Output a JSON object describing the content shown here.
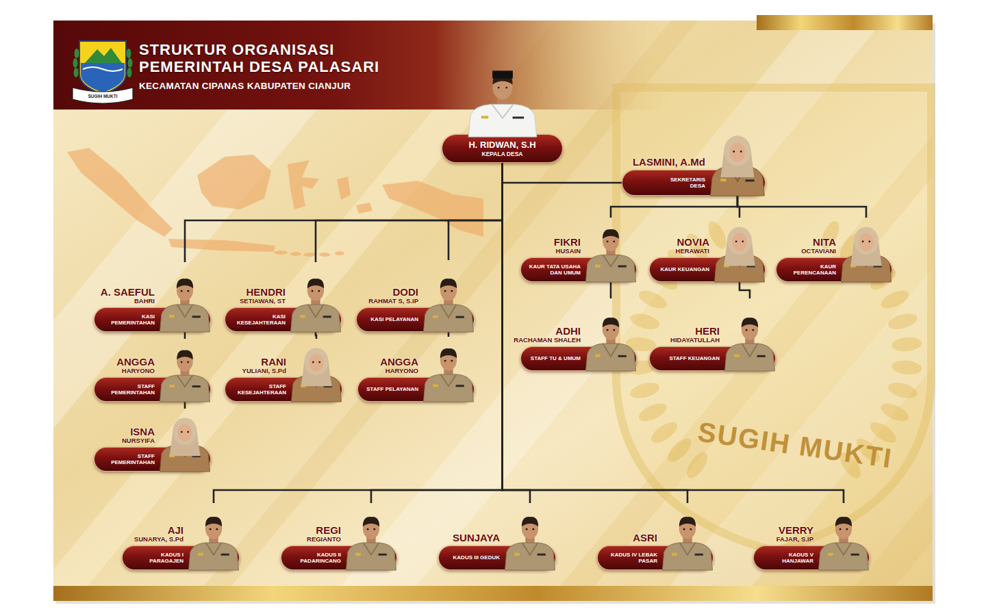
{
  "diagram": {
    "title": "STRUKTUR ORGANISASI PEMERINTAH DESA PALASARI",
    "nodes": [
      {
        "text": [
          "H. RIDWAN, S.H",
          "KEPALA DESA"
        ]
      },
      {
        "text": [
          "LASMINI, A.Md",
          "SEKRETARIS DESA"
        ]
      },
      {
        "text": [
          "FIKRI",
          "HUSAIN",
          "KAUR TATA USAHA DAN UMUM"
        ]
      },
      {
        "text": [
          "NOVIA",
          "HERAWATI",
          "KAUR KEUANGAN"
        ]
      },
      {
        "text": [
          "NITA",
          "OCTAVIANI",
          "KAUR PERENCANAAN"
        ]
      },
      {
        "text": [
          "A. SAEFUL",
          "BAHRI",
          "KASI PEMERINTAHAN"
        ]
      },
      {
        "text": [
          "HENDRI",
          "SETIAWAN, ST",
          "KASI KESEJAHTERAAN"
        ]
      },
      {
        "text": [
          "DODI",
          "RAHMAT S, S.IP",
          "KASI PELAYANAN"
        ]
      },
      {
        "text": [
          "ADHI",
          "RACHAMAN SHALEH",
          "STAFF TU & UMUM"
        ]
      },
      {
        "text": [
          "HERI",
          "HIDAYATULLAH",
          "STAFF KEUANGAN"
        ]
      },
      {
        "text": [
          "ANGGA",
          "HARYONO",
          "STAFF PEMERINTAHAN"
        ]
      },
      {
        "text": [
          "RANI",
          "YULIANI, S.Pd",
          "STAFF KESEJAHTERAAN"
        ]
      },
      {
        "text": [
          "ANGGA",
          "HARYONO",
          "STAFF PELAYANAN"
        ]
      },
      {
        "text": [
          "ISNA",
          "NURSYIFA",
          "STAFF PEMERINTAHAN"
        ]
      },
      {
        "text": [
          "AJI",
          "SUNARYA, S.Pd",
          "KADUS I PARAGAJEN"
        ]
      },
      {
        "text": [
          "REGI",
          "REGIANTO",
          "KADUS II PADARINCANG"
        ]
      },
      {
        "text": [
          "SUNJAYA",
          "KADUS III GEDUK"
        ]
      },
      {
        "text": [
          "ASRI",
          "KADUS IV LEBAK PASAR"
        ]
      },
      {
        "text": [
          "VERRY",
          "FAJAR, S.IP",
          "KADUS V HANJAWAR"
        ]
      }
    ],
    "edges": [
      {
        "from": 0,
        "to": 1,
        "arrow": "none"
      },
      {
        "from": 0,
        "to": 5,
        "arrow": "none"
      },
      {
        "from": 0,
        "to": 6,
        "arrow": "none"
      },
      {
        "from": 0,
        "to": 7,
        "arrow": "none"
      },
      {
        "from": 1,
        "to": 2,
        "arrow": "none"
      },
      {
        "from": 1,
        "to": 3,
        "arrow": "none"
      },
      {
        "from": 1,
        "to": 4,
        "arrow": "none"
      },
      {
        "from": 2,
        "to": 8,
        "arrow": "none"
      },
      {
        "from": 3,
        "to": 9,
        "arrow": "none"
      },
      {
        "from": 5,
        "to": 10,
        "arrow": "none"
      },
      {
        "from": 10,
        "to": 13,
        "arrow": "none"
      },
      {
        "from": 6,
        "to": 11,
        "arrow": "none"
      },
      {
        "from": 7,
        "to": 12,
        "arrow": "none"
      },
      {
        "from": 0,
        "to": 14,
        "arrow": "none"
      },
      {
        "from": 0,
        "to": 15,
        "arrow": "none"
      },
      {
        "from": 0,
        "to": 16,
        "arrow": "none"
      },
      {
        "from": 0,
        "to": 17,
        "arrow": "none"
      },
      {
        "from": 0,
        "to": 18,
        "arrow": "none"
      }
    ],
    "labels": [
      "KECAMATAN CIPANAS KABUPATEN CIANJUR",
      "SUGIH MUKTI",
      "SUGIH MUKTI"
    ]
  }
}
